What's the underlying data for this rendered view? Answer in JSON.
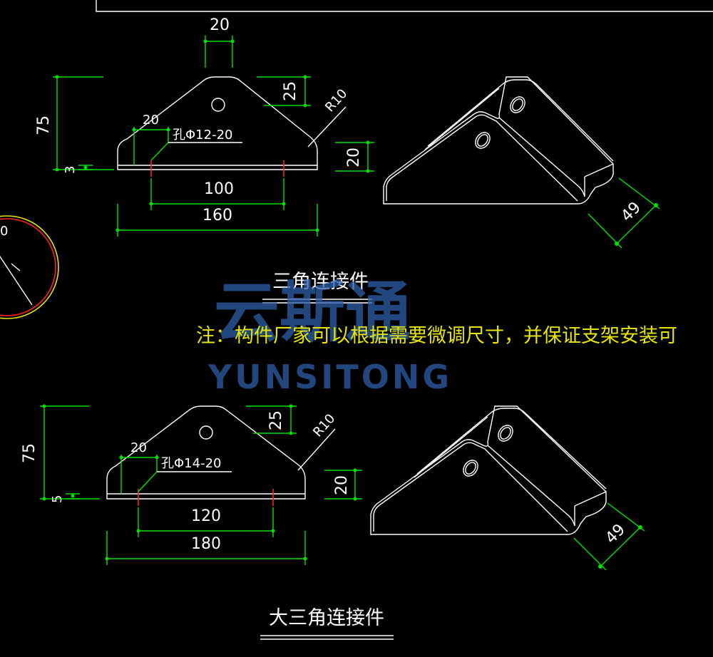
{
  "watermark": {
    "cn": "云斯通",
    "en": "YUNSITONG"
  },
  "note": "注：构件厂家可以根据需要微调尺寸，并保证支架安装可",
  "part1": {
    "title": "三角连接件",
    "dim_top": "20",
    "dim_height": "75",
    "dim_thick": "3",
    "dim_hole_offset": "25",
    "dim_radius": "R10",
    "dim_edge": "20",
    "hole_label": "孔Φ12-20",
    "dim_side": "20",
    "dim_hole_spacing": "100",
    "dim_length": "160",
    "dim_iso_width": "49"
  },
  "part2": {
    "title": "大三角连接件",
    "dim_height": "75",
    "dim_thick": "5",
    "dim_hole_offset": "25",
    "dim_radius": "R10",
    "dim_edge": "20",
    "hole_label": "孔Φ14-20",
    "dim_side": "20",
    "dim_hole_spacing": "120",
    "dim_length": "180",
    "dim_iso_width": "49"
  },
  "left_fragment": {
    "label": "0"
  }
}
